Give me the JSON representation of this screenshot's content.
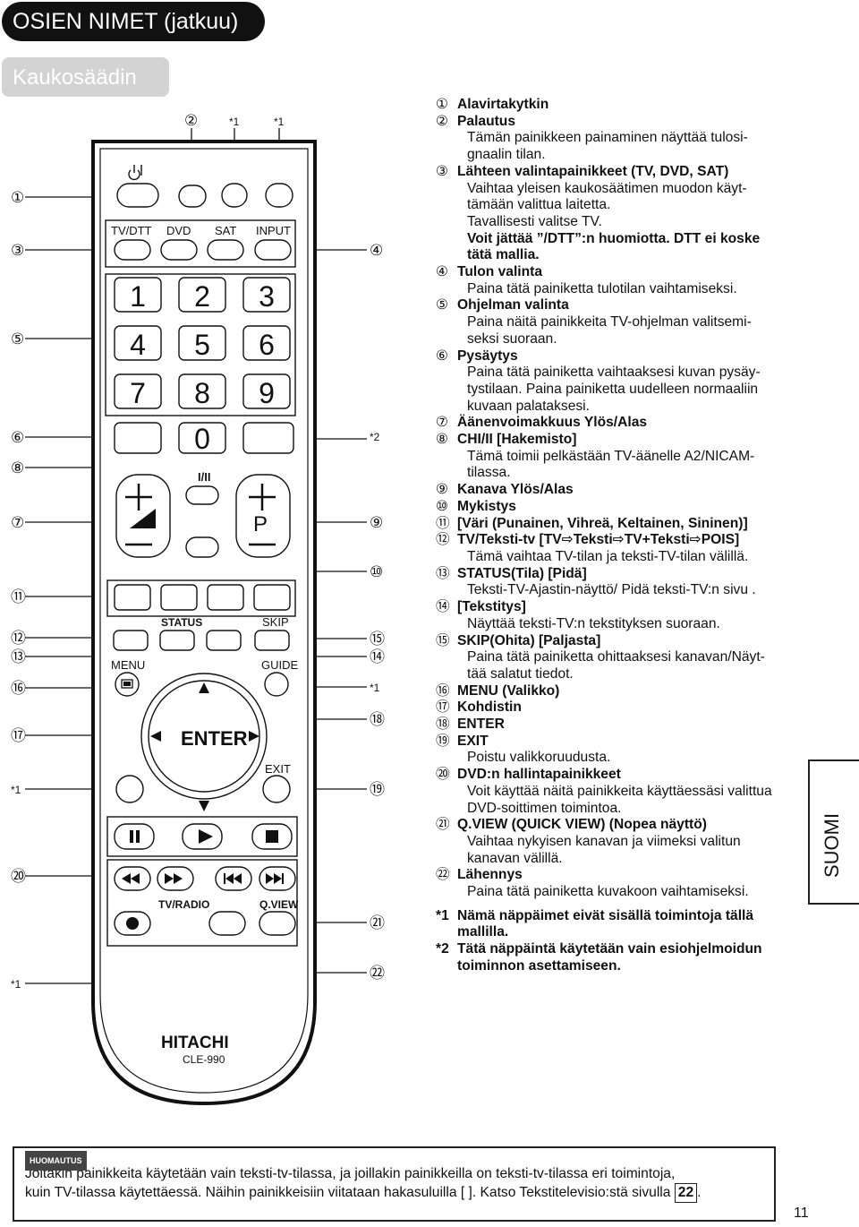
{
  "header": {
    "title": "OSIEN NIMET (jatkuu)",
    "subtitle": "Kaukosäädin"
  },
  "side_tab": "SUOMI",
  "page_number": "11",
  "callouts": {
    "left": [
      "①",
      "③",
      "⑤",
      "⑥",
      "⑧",
      "⑦",
      "⑪",
      "⑫",
      "⑬",
      "⑯",
      "⑰",
      "*1",
      "⑳",
      "*1"
    ],
    "right": [
      "④",
      "*2",
      "⑨",
      "⑩",
      "⑮",
      "⑭",
      "*1",
      "⑱",
      "⑲",
      "㉑",
      "㉒"
    ],
    "top": [
      "②",
      "*1",
      "*1"
    ]
  },
  "remote": {
    "labels": {
      "tvdtt": "TV/DTT",
      "dvd": "DVD",
      "sat": "SAT",
      "input": "INPUT",
      "i_ii": "I/II",
      "p": "P",
      "status": "STATUS",
      "skip": "SKIP",
      "menu": "MENU",
      "guide": "GUIDE",
      "enter": "ENTER",
      "exit": "EXIT",
      "tvradio": "TV/RADIO",
      "qview": "Q.VIEW",
      "brand": "HITACHI",
      "model": "CLE-990"
    },
    "digits": [
      "1",
      "2",
      "3",
      "4",
      "5",
      "6",
      "7",
      "8",
      "9",
      "0"
    ]
  },
  "items": [
    {
      "num": "①",
      "title": "Alavirtakytkin",
      "desc": []
    },
    {
      "num": "②",
      "title": "Palautus",
      "desc": [
        "Tämän painikkeen painaminen näyttää tulosi-",
        "gnaalin tilan."
      ]
    },
    {
      "num": "③",
      "title": "Lähteen valintapainikkeet (TV, DVD, SAT)",
      "desc": [
        "Vaihtaa yleisen kaukosäätimen muodon käyt-",
        "tämään valittua laitetta.",
        "Tavallisesti valitse TV."
      ],
      "desc_bold": [
        "Voit jättää ”/DTT”:n huomiotta. DTT ei koske",
        "tätä mallia."
      ]
    },
    {
      "num": "④",
      "title": "Tulon valinta",
      "desc": [
        "Paina tätä painiketta tulotilan vaihtamiseksi."
      ]
    },
    {
      "num": "⑤",
      "title": "Ohjelman valinta",
      "desc": [
        "Paina näitä painikkeita TV-ohjelman valitsemi-",
        "seksi suoraan."
      ]
    },
    {
      "num": "⑥",
      "title": "Pysäytys",
      "desc": [
        "Paina tätä painiketta vaihtaaksesi kuvan pysäy-",
        "tystilaan. Paina painiketta uudelleen normaaliin",
        "kuvaan palataksesi."
      ]
    },
    {
      "num": "⑦",
      "title": "Äänenvoimakkuus Ylös/Alas",
      "desc": []
    },
    {
      "num": "⑧",
      "title": "CHI/II [Hakemisto]",
      "desc": [
        "Tämä toimii pelkästään TV-äänelle A2/NICAM-",
        "tilassa."
      ]
    },
    {
      "num": "⑨",
      "title": "Kanava Ylös/Alas",
      "desc": []
    },
    {
      "num": "⑩",
      "title": "Mykistys",
      "desc": []
    },
    {
      "num": "⑪",
      "title": "[Väri (Punainen, Vihreä, Keltainen, Sininen)]",
      "desc": []
    },
    {
      "num": "⑫",
      "title": "TV/Teksti-tv [TV⇨Teksti⇨TV+Teksti⇨POIS]",
      "desc": [
        "Tämä vaihtaa TV-tilan ja teksti-TV-tilan välillä."
      ]
    },
    {
      "num": "⑬",
      "title": "STATUS(Tila) [Pidä]",
      "desc": [
        "Teksti-TV-Ajastin-näyttö/ Pidä teksti-TV:n sivu ."
      ]
    },
    {
      "num": "⑭",
      "title": "[Tekstitys]",
      "desc": [
        "Näyttää teksti-TV:n tekstityksen suoraan."
      ]
    },
    {
      "num": "⑮",
      "title": "SKIP(Ohita) [Paljasta]",
      "desc": [
        "Paina tätä painiketta ohittaaksesi kanavan/Näyt-",
        "tää salatut tiedot."
      ]
    },
    {
      "num": "⑯",
      "title": "MENU (Valikko)",
      "desc": []
    },
    {
      "num": "⑰",
      "title": "Kohdistin",
      "desc": []
    },
    {
      "num": "⑱",
      "title": "ENTER",
      "desc": []
    },
    {
      "num": "⑲",
      "title": "EXIT",
      "desc": [
        "Poistu valikkoruudusta."
      ]
    },
    {
      "num": "⑳",
      "title": "DVD:n hallintapainikkeet",
      "desc": [
        "Voit käyttää näitä painikkeita käyttäessäsi valittua",
        "DVD-soittimen toimintoa."
      ]
    },
    {
      "num": "㉑",
      "title": "Q.VIEW (QUICK VIEW) (Nopea näyttö)",
      "desc": [
        "Vaihtaa nykyisen kanavan ja viimeksi valitun",
        "kanavan välillä."
      ]
    },
    {
      "num": "㉒",
      "title": "Lähennys",
      "desc": [
        "Paina tätä painiketta kuvakoon vaihtamiseksi."
      ]
    }
  ],
  "footnotes": [
    {
      "mark": "*1",
      "text": [
        "Nämä näppäimet eivät sisällä toimintoja tällä",
        "mallilla."
      ]
    },
    {
      "mark": "*2",
      "text": [
        "Tätä näppäintä käytetään vain esiohjelmoidun",
        "toiminnon asettamiseen."
      ]
    }
  ],
  "note": {
    "tag": "HUOMAUTUS",
    "line1": "Joitakin painikkeita käytetään vain teksti-tv-tilassa, ja joillakin painikkeilla on teksti-tv-tilassa eri toimintoja,",
    "line2": "kuin TV-tilassa käytettäessä. Näihin painikkeisiin viitataan hakasuluilla [ ]. Katso Tekstitelevisio:stä sivulla",
    "page_ref": "22",
    "end": "."
  }
}
